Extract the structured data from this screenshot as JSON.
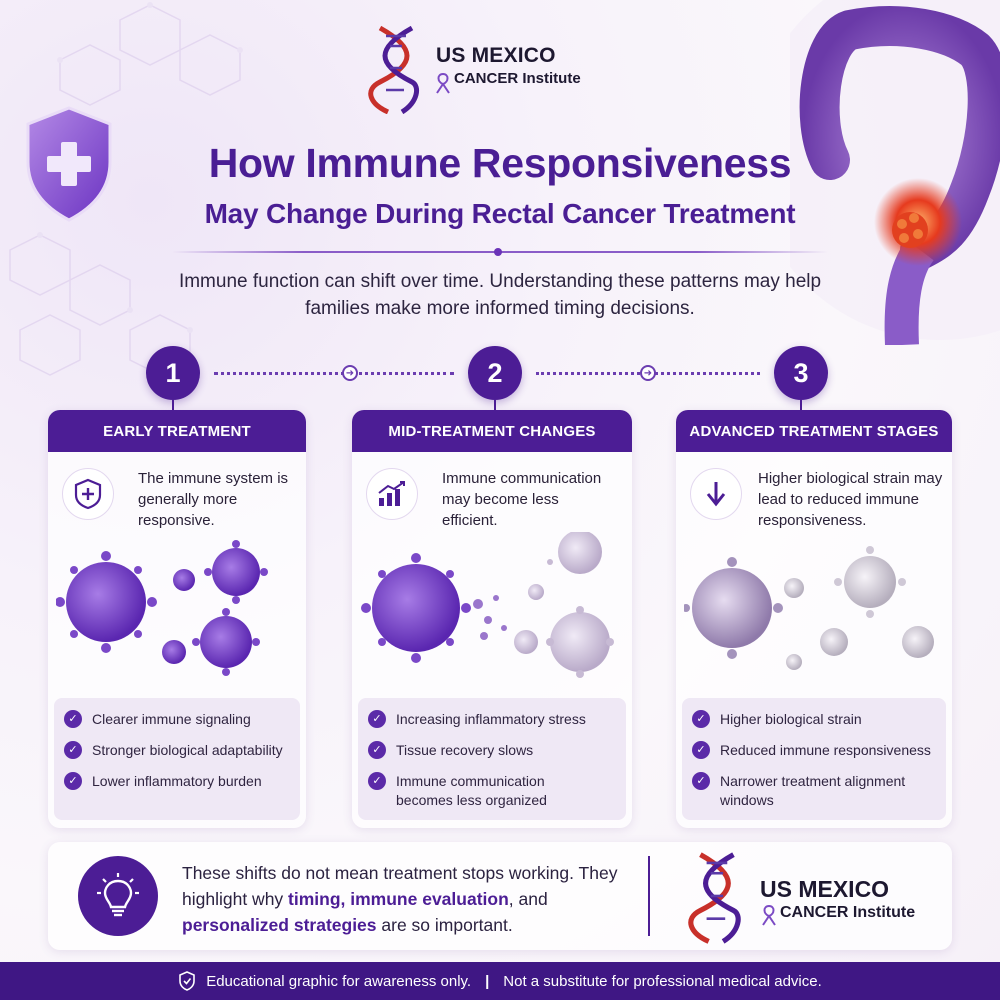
{
  "brand": {
    "name_line1": "US MEXICO",
    "name_line2": "CANCER Institute"
  },
  "title": {
    "line1": "How Immune Responsiveness",
    "line2": "May Change During Rectal Cancer Treatment"
  },
  "intro": "Immune function can shift over time. Understanding these patterns may help families make more informed timing decisions.",
  "steps": [
    {
      "number": "1",
      "heading": "EARLY TREATMENT",
      "icon": "shield-plus-icon",
      "description": "The immune system is generally more responsive.",
      "points": [
        "Clearer immune signaling",
        "Stronger biological adaptability",
        "Lower inflammatory burden"
      ]
    },
    {
      "number": "2",
      "heading": "MID-TREATMENT CHANGES",
      "icon": "bar-chart-trend-icon",
      "description": "Immune communication may become less efficient.",
      "points": [
        "Increasing inflammatory stress",
        "Tissue recovery slows",
        "Immune communication becomes less organized"
      ]
    },
    {
      "number": "3",
      "heading": "ADVANCED TREATMENT STAGES",
      "icon": "arrow-down-icon",
      "description": "Higher biological strain may lead to reduced immune responsiveness.",
      "points": [
        "Higher biological strain",
        "Reduced immune responsiveness",
        "Narrower treatment alignment windows"
      ]
    }
  ],
  "note": {
    "icon": "lightbulb-icon",
    "text_part1": "These shifts do not mean treatment stops working. They highlight why ",
    "bold1": "timing, immune evaluation",
    "text_part2": ", and ",
    "bold2": "personalized strategies",
    "text_part3": " are so important."
  },
  "footer": {
    "left": "Educational graphic for awareness only.",
    "separator": "|",
    "right": "Not a substitute for professional medical advice."
  },
  "colors": {
    "primary": "#4c1d95",
    "accent": "#6b33b8",
    "light": "#efe8f5",
    "tumor": "#e0321e"
  }
}
